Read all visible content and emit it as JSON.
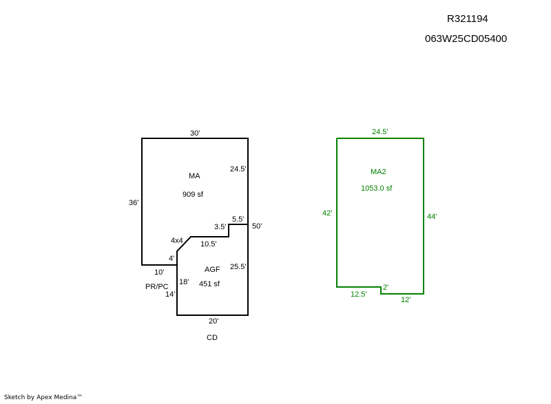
{
  "header": {
    "account_id": "R321194",
    "map_tax_lot": "063W25CD05400"
  },
  "colors": {
    "primary_outline": "#000000",
    "secondary_outline": "#008000",
    "background": "#ffffff"
  },
  "sketch_1": {
    "areas": [
      {
        "code": "MA",
        "area": "909 sf"
      },
      {
        "code": "AGF",
        "area": "451 sf"
      }
    ],
    "dimensions": {
      "top": "30'",
      "left": "36'",
      "right_upper": "24.5'",
      "step_top": "5.5'",
      "step_vertical": "3.5'",
      "right_total": "50'",
      "step_horizontal": "10.5'",
      "diagonal": "4x4",
      "left_inner": "4'",
      "bottom_left": "10'",
      "right_lower": "25.5'",
      "inner_vertical": "18'",
      "lower_left": "14'",
      "bottom": "20'"
    },
    "exterior_labels": {
      "porch": "PR/PC",
      "deck": "CD"
    }
  },
  "sketch_2": {
    "areas": [
      {
        "code": "MA2",
        "area": "1053.0 sf"
      }
    ],
    "dimensions": {
      "top": "24.5'",
      "left": "42'",
      "right": "44'",
      "bottom_left": "12.5'",
      "step": "2'",
      "bottom_right": "12'"
    }
  },
  "footer": {
    "credit": "Sketch by Apex Medina™"
  }
}
